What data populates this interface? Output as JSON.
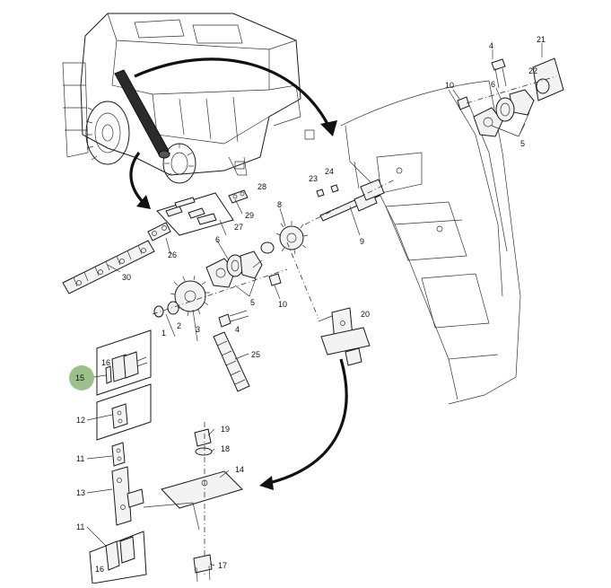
{
  "diagram": {
    "labels": {
      "p1": "1",
      "p2": "2",
      "p3": "3",
      "p4a": "4",
      "p4b": "4",
      "p5a": "5",
      "p5b": "5",
      "p6a": "6",
      "p6b": "6",
      "p8": "8",
      "p9": "9",
      "p10a": "10",
      "p10b": "10",
      "p11a": "11",
      "p11b": "11",
      "p12": "12",
      "p13": "13",
      "p14": "14",
      "p15": "15",
      "p16a": "16",
      "p16b": "16",
      "p17": "17",
      "p18": "18",
      "p19": "19",
      "p20": "20",
      "p21": "21",
      "p22": "22",
      "p23": "23",
      "p24": "24",
      "p25": "25",
      "p26": "26",
      "p27": "27",
      "p28": "28",
      "p29": "29",
      "p30": "30"
    },
    "colors": {
      "highlight": "#9bc08a",
      "line": "#1a1a1a"
    },
    "highlighted_part": "15"
  }
}
